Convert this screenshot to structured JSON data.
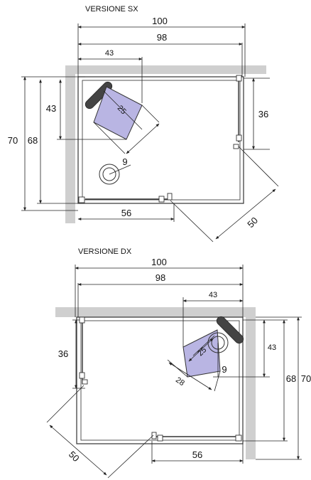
{
  "sx": {
    "title": "VERSIONE SX",
    "dims": {
      "overall_width": "100",
      "tray_width": "98",
      "column_offset": "43",
      "overall_depth": "70",
      "tray_depth": "68",
      "column_depth": "43",
      "side_opening": "36",
      "front_opening": "56",
      "diagonal_entry": "50",
      "column_width": "25",
      "drain": "9"
    }
  },
  "dx": {
    "title": "VERSIONE DX",
    "dims": {
      "overall_width": "100",
      "tray_width": "98",
      "column_offset": "43",
      "column_depth": "43",
      "tray_depth": "68",
      "overall_depth": "70",
      "side_opening": "36",
      "front_opening": "56",
      "diagonal_entry": "50",
      "column_width": "25",
      "column_depth_side": "28",
      "drain": "9"
    }
  },
  "colors": {
    "wall": "#cfcfcf",
    "lamp": "#b9b5e3",
    "line": "#222222"
  }
}
